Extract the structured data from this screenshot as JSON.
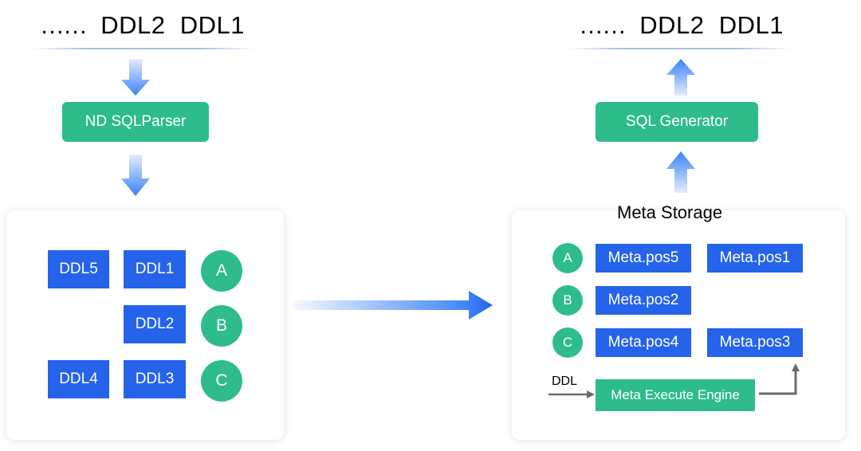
{
  "left": {
    "sequence": {
      "dots": "……",
      "items": [
        "DDL2",
        "DDL1"
      ]
    },
    "parser_label": "ND SQLParser",
    "ddl_grid": {
      "row_a": {
        "ddls": [
          "DDL5",
          "DDL1"
        ],
        "circle": "A"
      },
      "row_b": {
        "ddls": [
          "DDL2"
        ],
        "circle": "B"
      },
      "row_c": {
        "ddls": [
          "DDL4",
          "DDL3"
        ],
        "circle": "C"
      }
    }
  },
  "right": {
    "sequence": {
      "dots": "……",
      "items": [
        "DDL2",
        "DDL1"
      ]
    },
    "generator_label": "SQL Generator",
    "storage_title": "Meta Storage",
    "meta_rows": [
      {
        "circle": "A",
        "positions": [
          "Meta.pos5",
          "Meta.pos1"
        ]
      },
      {
        "circle": "B",
        "positions": [
          "Meta.pos2"
        ]
      },
      {
        "circle": "C",
        "positions": [
          "Meta.pos4",
          "Meta.pos3"
        ]
      }
    ],
    "ddl_input_label": "DDL",
    "engine_label": "Meta Execute Engine"
  },
  "colors": {
    "green": "#2ebc8b",
    "blue": "#2563eb",
    "arrow_blue": "#3b82f6",
    "connector_gray": "#6b6b6b"
  }
}
